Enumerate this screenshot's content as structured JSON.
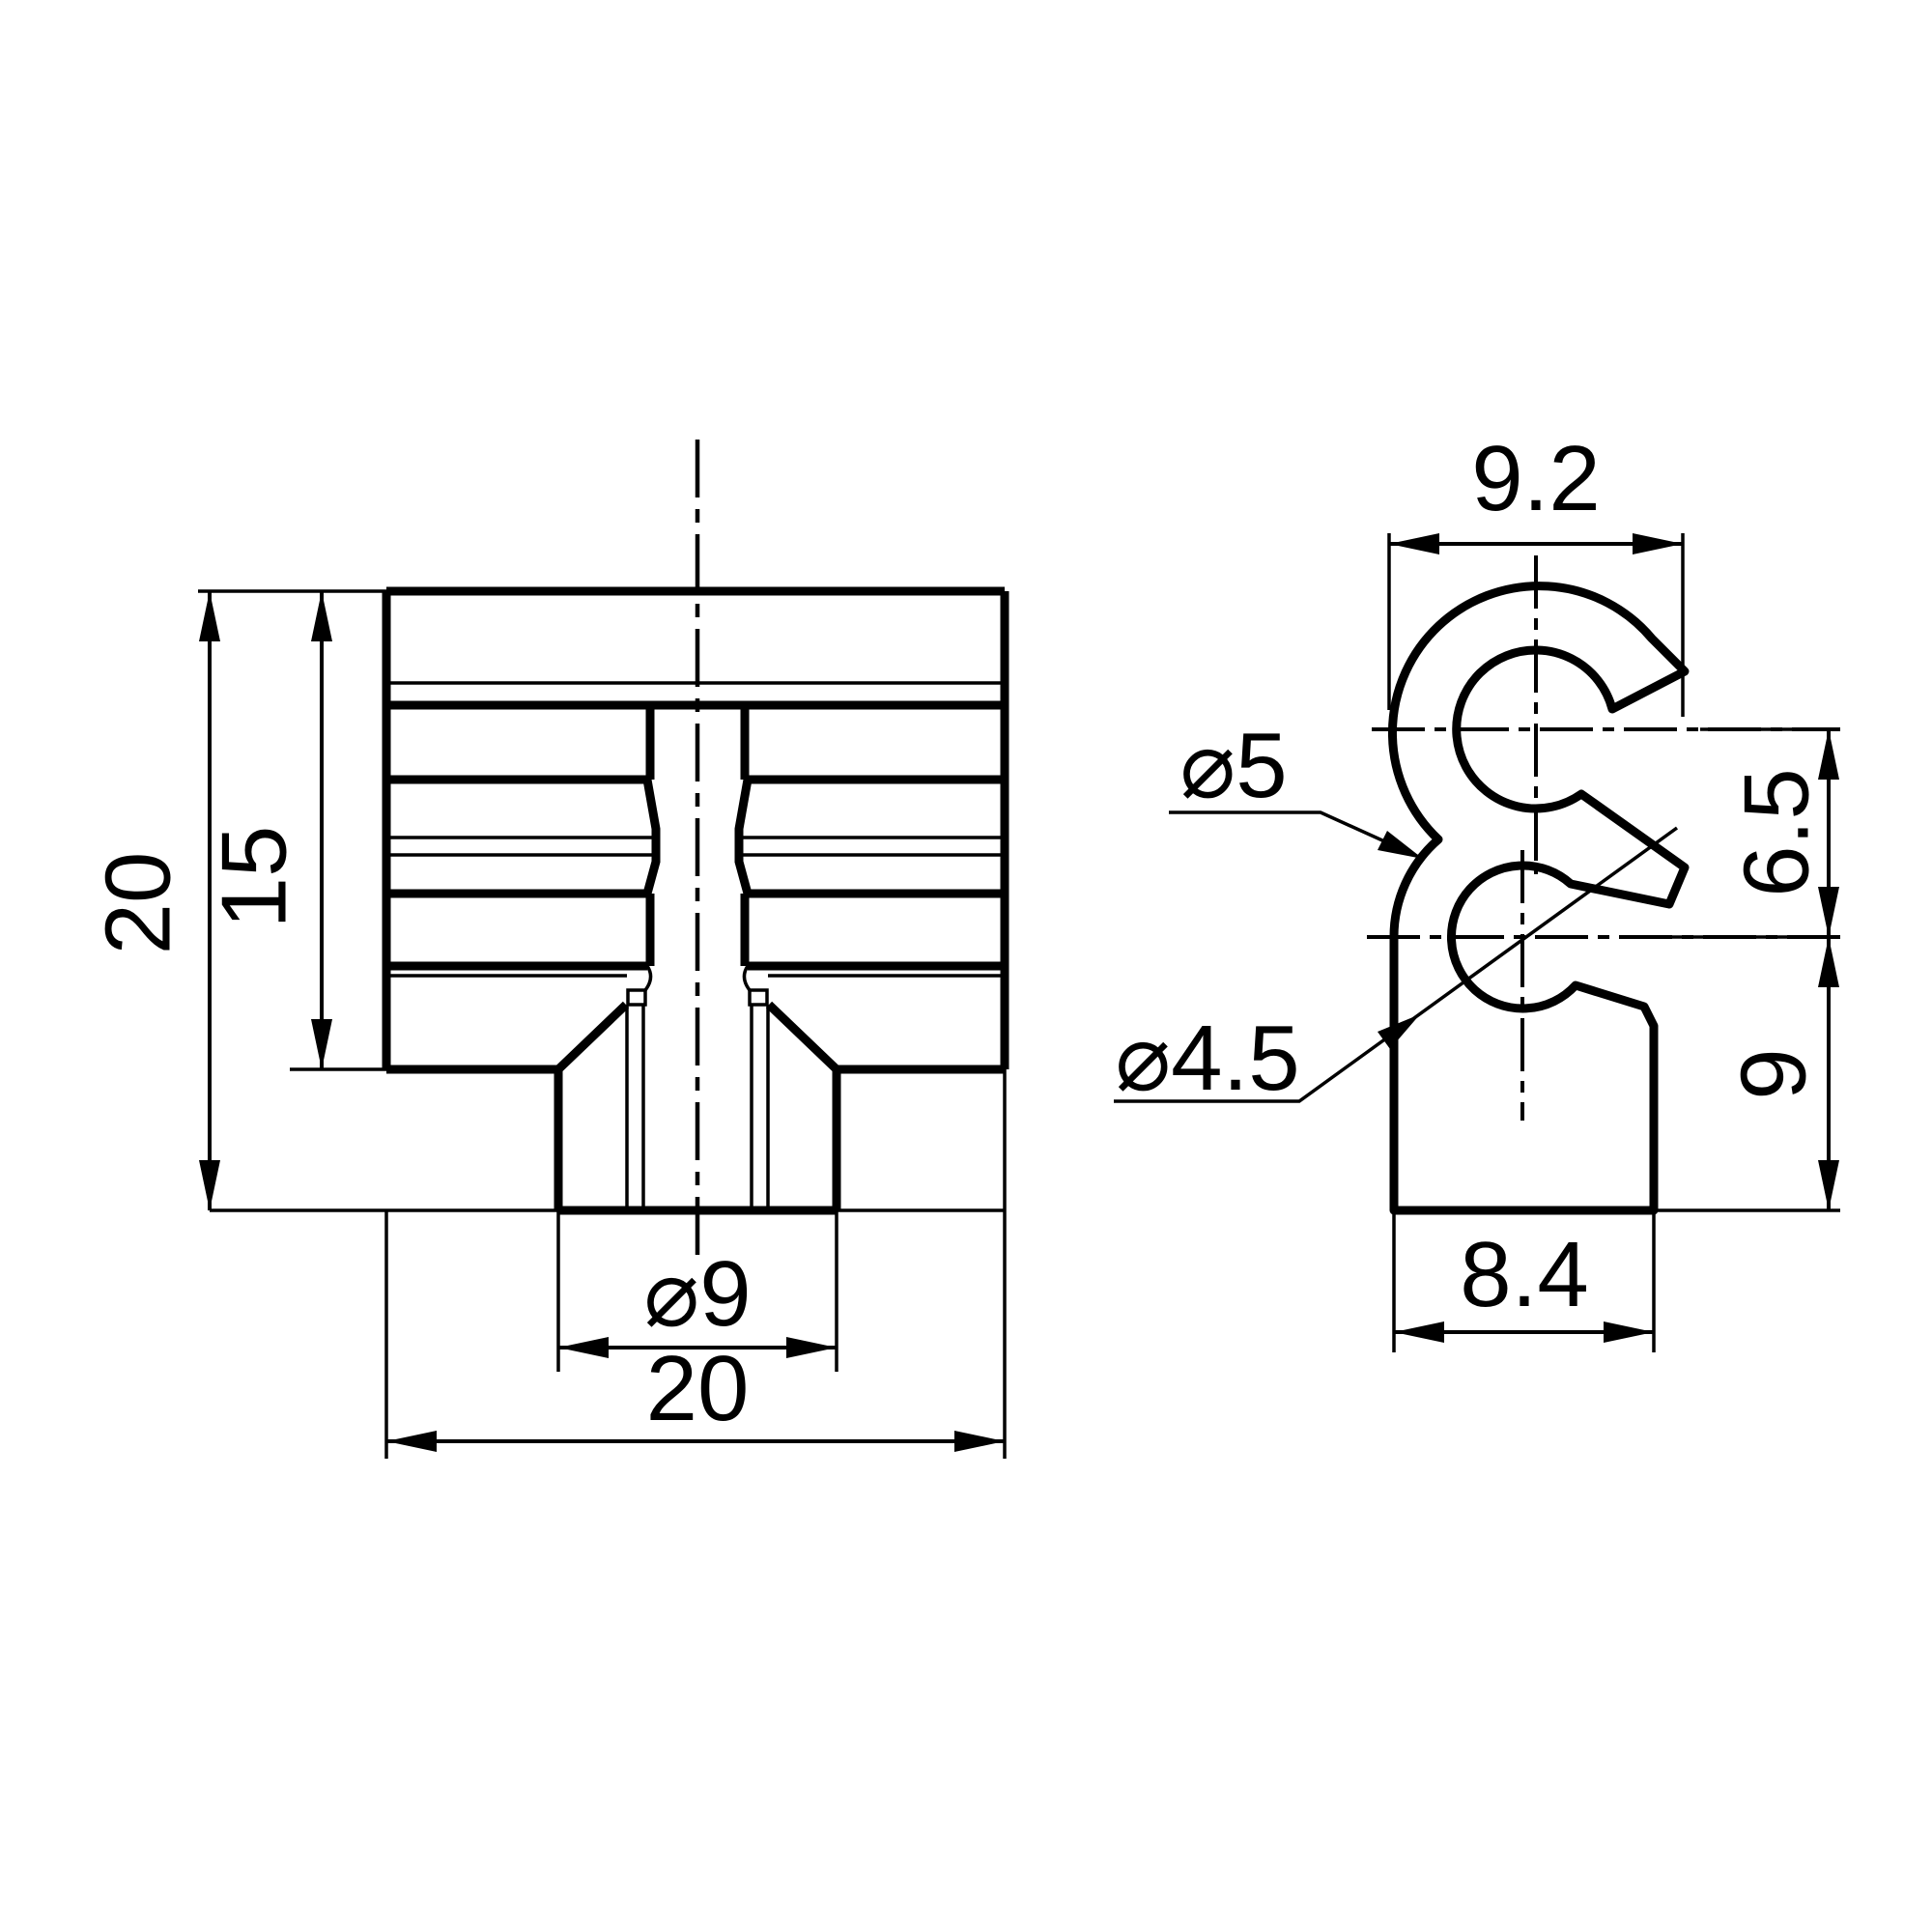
{
  "drawing": {
    "background": "#ffffff",
    "line_color": "#000000",
    "front_view": {
      "dim_height_total": "20",
      "dim_height_upper": "15",
      "dim_bore_diameter": "⌀9",
      "dim_width_total": "20"
    },
    "profile_view": {
      "dim_width_top": "9.2",
      "dim_hole_top": "⌀5",
      "dim_hole_bottom": "⌀4.5",
      "dim_center_offset": "6.5",
      "dim_lower_height": "9",
      "dim_stem_width": "8.4"
    }
  }
}
